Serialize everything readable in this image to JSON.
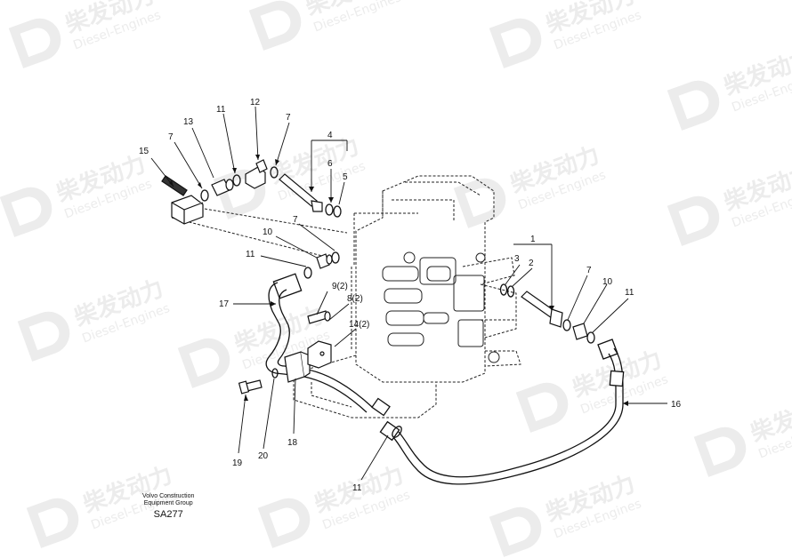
{
  "watermark": {
    "brand_cn": "柴发动力",
    "brand_en": "Diesel-Engines",
    "color": "#ececec"
  },
  "caption": {
    "line1": "Volvo Construction",
    "line2": "Equipment Group",
    "code": "SA277"
  },
  "callouts": [
    {
      "id": "c15",
      "text": "15"
    },
    {
      "id": "c7a",
      "text": "7"
    },
    {
      "id": "c13",
      "text": "13"
    },
    {
      "id": "c11a",
      "text": "11"
    },
    {
      "id": "c12",
      "text": "12"
    },
    {
      "id": "c7b",
      "text": "7"
    },
    {
      "id": "c4",
      "text": "4"
    },
    {
      "id": "c6",
      "text": "6"
    },
    {
      "id": "c5",
      "text": "5"
    },
    {
      "id": "c10a",
      "text": "10"
    },
    {
      "id": "c7c",
      "text": "7"
    },
    {
      "id": "c11b",
      "text": "11"
    },
    {
      "id": "c17",
      "text": "17"
    },
    {
      "id": "c9",
      "text": "9(2)"
    },
    {
      "id": "c8",
      "text": "8(2)"
    },
    {
      "id": "c14",
      "text": "14(2)"
    },
    {
      "id": "c1",
      "text": "1"
    },
    {
      "id": "c3",
      "text": "3"
    },
    {
      "id": "c2",
      "text": "2"
    },
    {
      "id": "c7d",
      "text": "7"
    },
    {
      "id": "c10b",
      "text": "10"
    },
    {
      "id": "c11c",
      "text": "11"
    },
    {
      "id": "c16",
      "text": "16"
    },
    {
      "id": "c19",
      "text": "19"
    },
    {
      "id": "c20",
      "text": "20"
    },
    {
      "id": "c18",
      "text": "18"
    },
    {
      "id": "c11d",
      "text": "11"
    }
  ]
}
